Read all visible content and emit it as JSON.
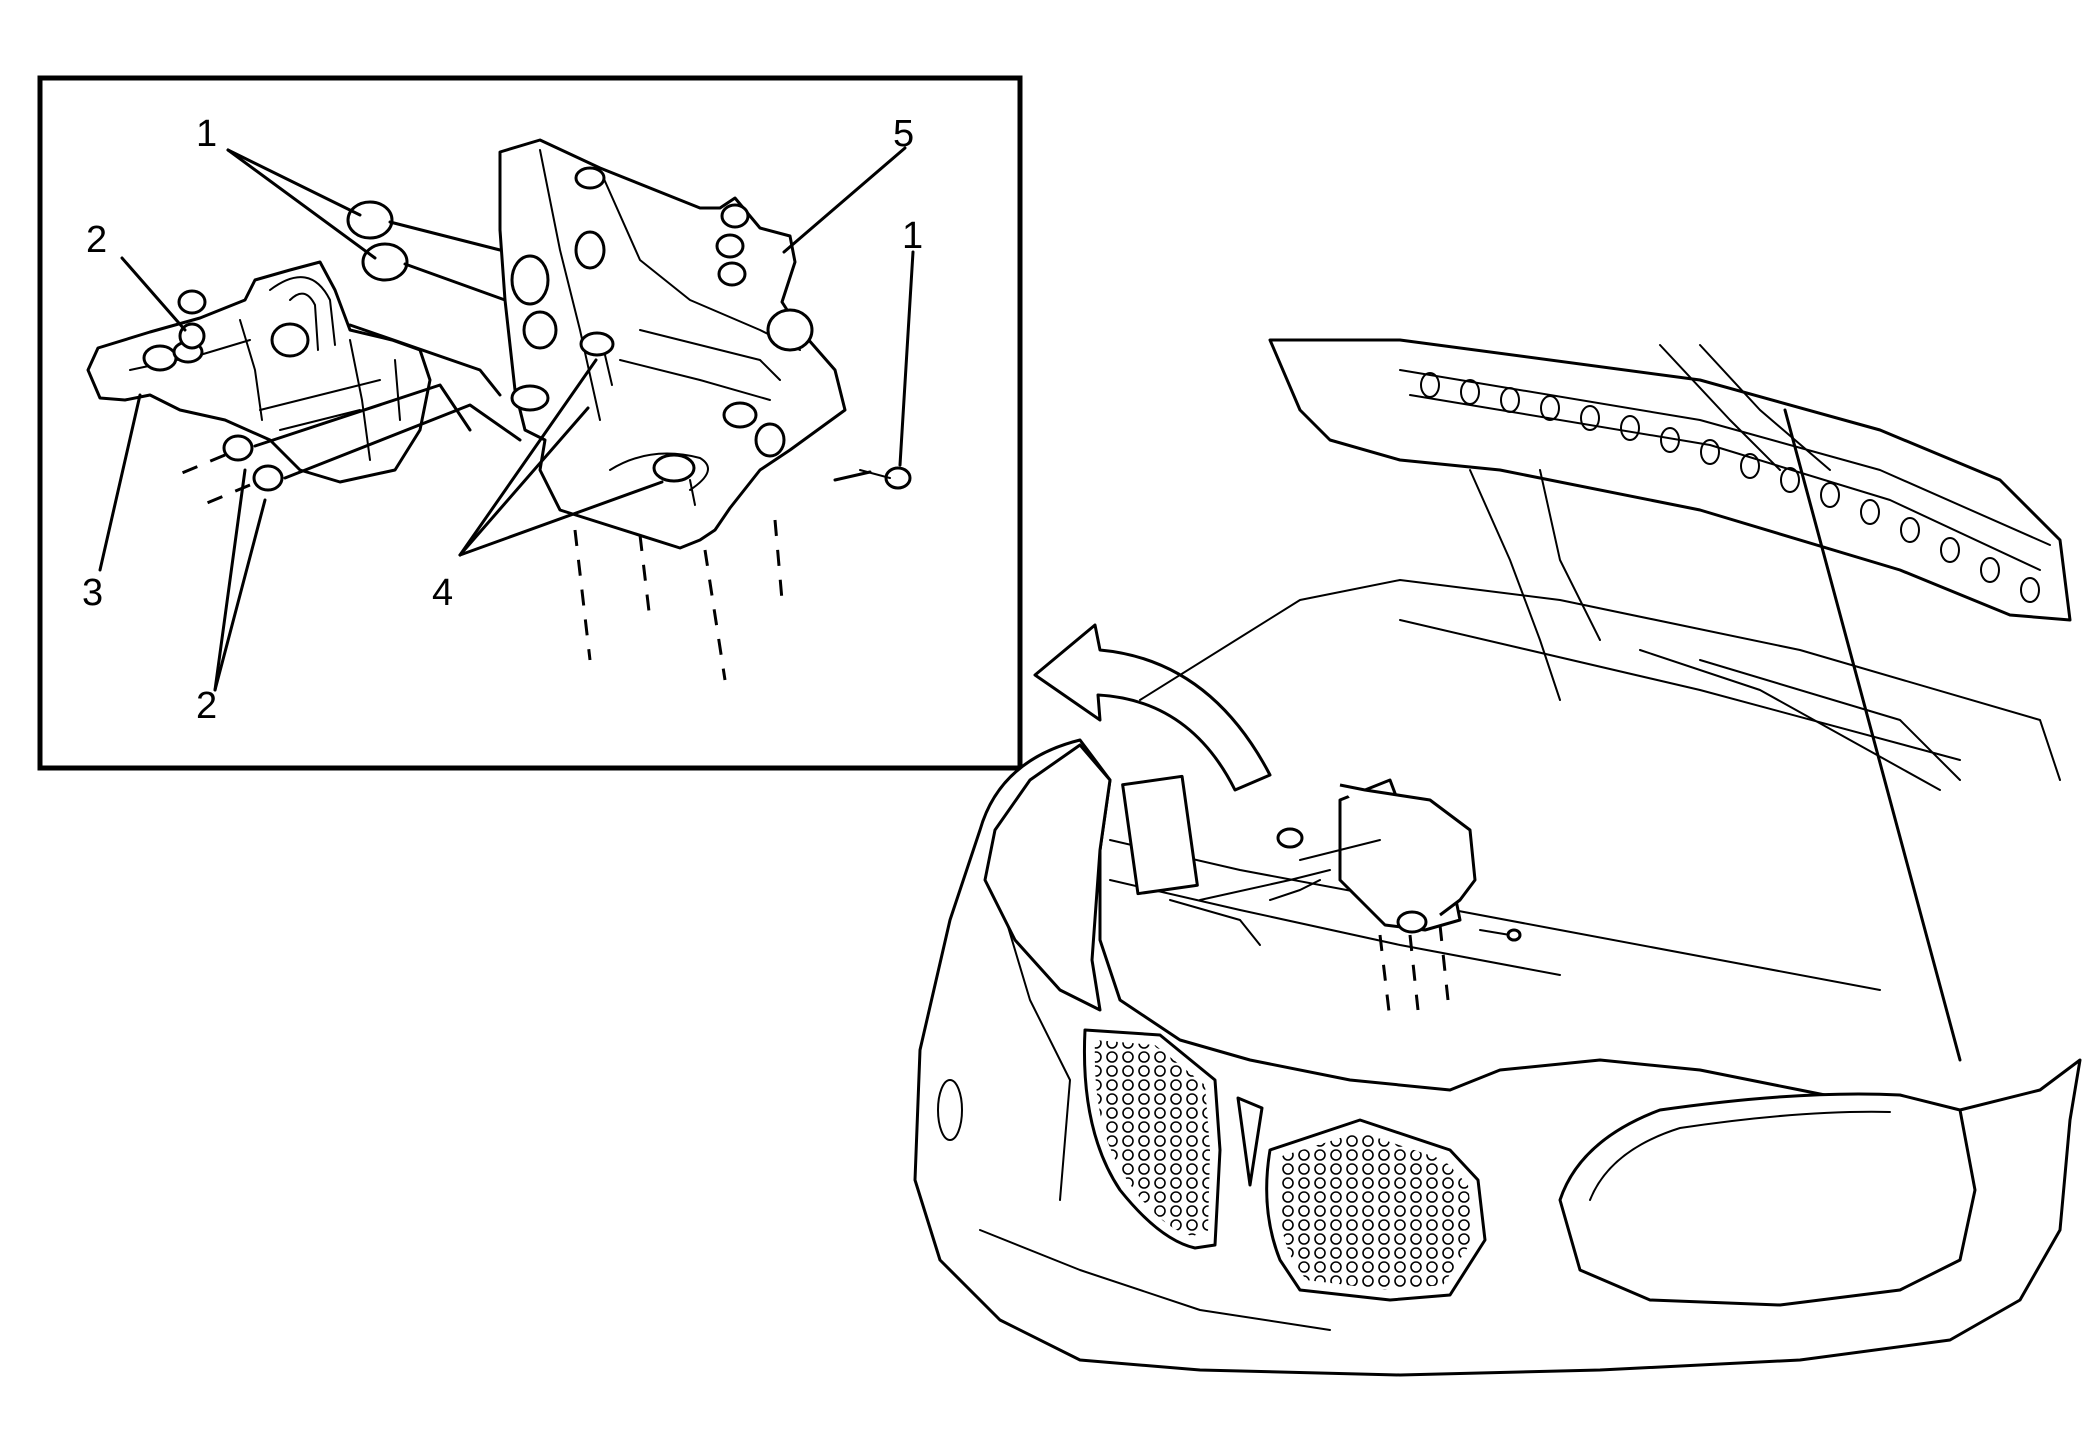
{
  "diagram": {
    "callouts": [
      {
        "id": "callout-1-top",
        "text": "1"
      },
      {
        "id": "callout-2-top",
        "text": "2"
      },
      {
        "id": "callout-3",
        "text": "3"
      },
      {
        "id": "callout-4",
        "text": "4"
      },
      {
        "id": "callout-5",
        "text": "5"
      },
      {
        "id": "callout-1-right",
        "text": "1"
      },
      {
        "id": "callout-2-bottom",
        "text": "2"
      }
    ]
  }
}
